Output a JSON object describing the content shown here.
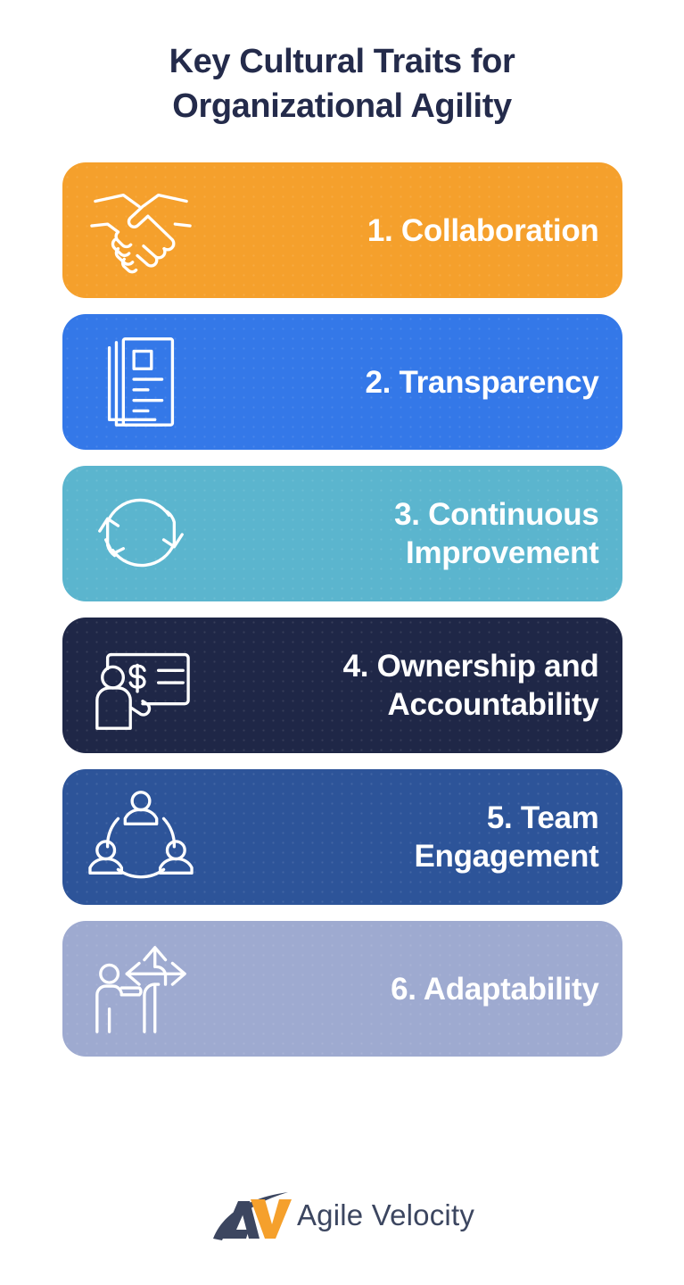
{
  "title": {
    "line1": "Key Cultural Traits for",
    "line2": "Organizational Agility",
    "color": "#242B4B"
  },
  "cards": [
    {
      "number": "1.",
      "label": "1. Collaboration",
      "trait": "Collaboration",
      "icon": "handshake-icon",
      "bg": "#F5A02C"
    },
    {
      "number": "2.",
      "label": "2. Transparency",
      "trait": "Transparency",
      "icon": "documents-icon",
      "bg": "#3478E8"
    },
    {
      "number": "3.",
      "label": "3. Continuous\nImprovement",
      "trait": "Continuous Improvement",
      "icon": "circular-arrows-icon",
      "bg": "#5BB5CE"
    },
    {
      "number": "4.",
      "label": "4. Ownership and\nAccountability",
      "trait": "Ownership and Accountability",
      "icon": "presenter-dollar-board-icon",
      "bg": "#1F2747"
    },
    {
      "number": "5.",
      "label": "5. Team\nEngagement",
      "trait": "Team Engagement",
      "icon": "team-network-icon",
      "bg": "#2D5499"
    },
    {
      "number": "6.",
      "label": "6. Adaptability",
      "trait": "Adaptability",
      "icon": "person-crossroads-icon",
      "bg": "#9EAAD0"
    }
  ],
  "footer": {
    "brand": "Agile Velocity",
    "monogram": "AV",
    "mark_navy": "#3C4660",
    "mark_orange": "#F5A02C",
    "text_color": "#3C4660"
  }
}
